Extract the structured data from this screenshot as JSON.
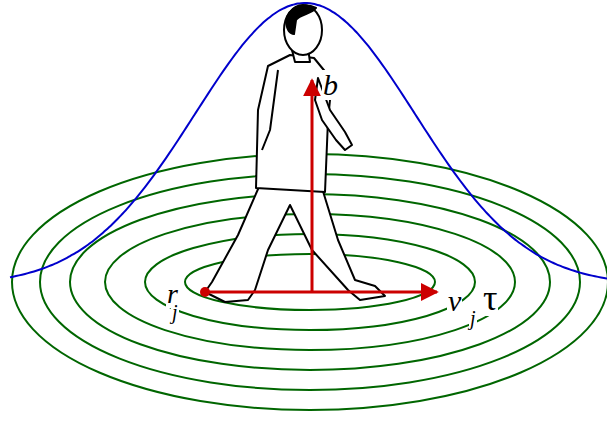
{
  "diagram": {
    "labels": [
      "b",
      "r",
      "j",
      "v",
      "j",
      "τ"
    ]
  }
}
